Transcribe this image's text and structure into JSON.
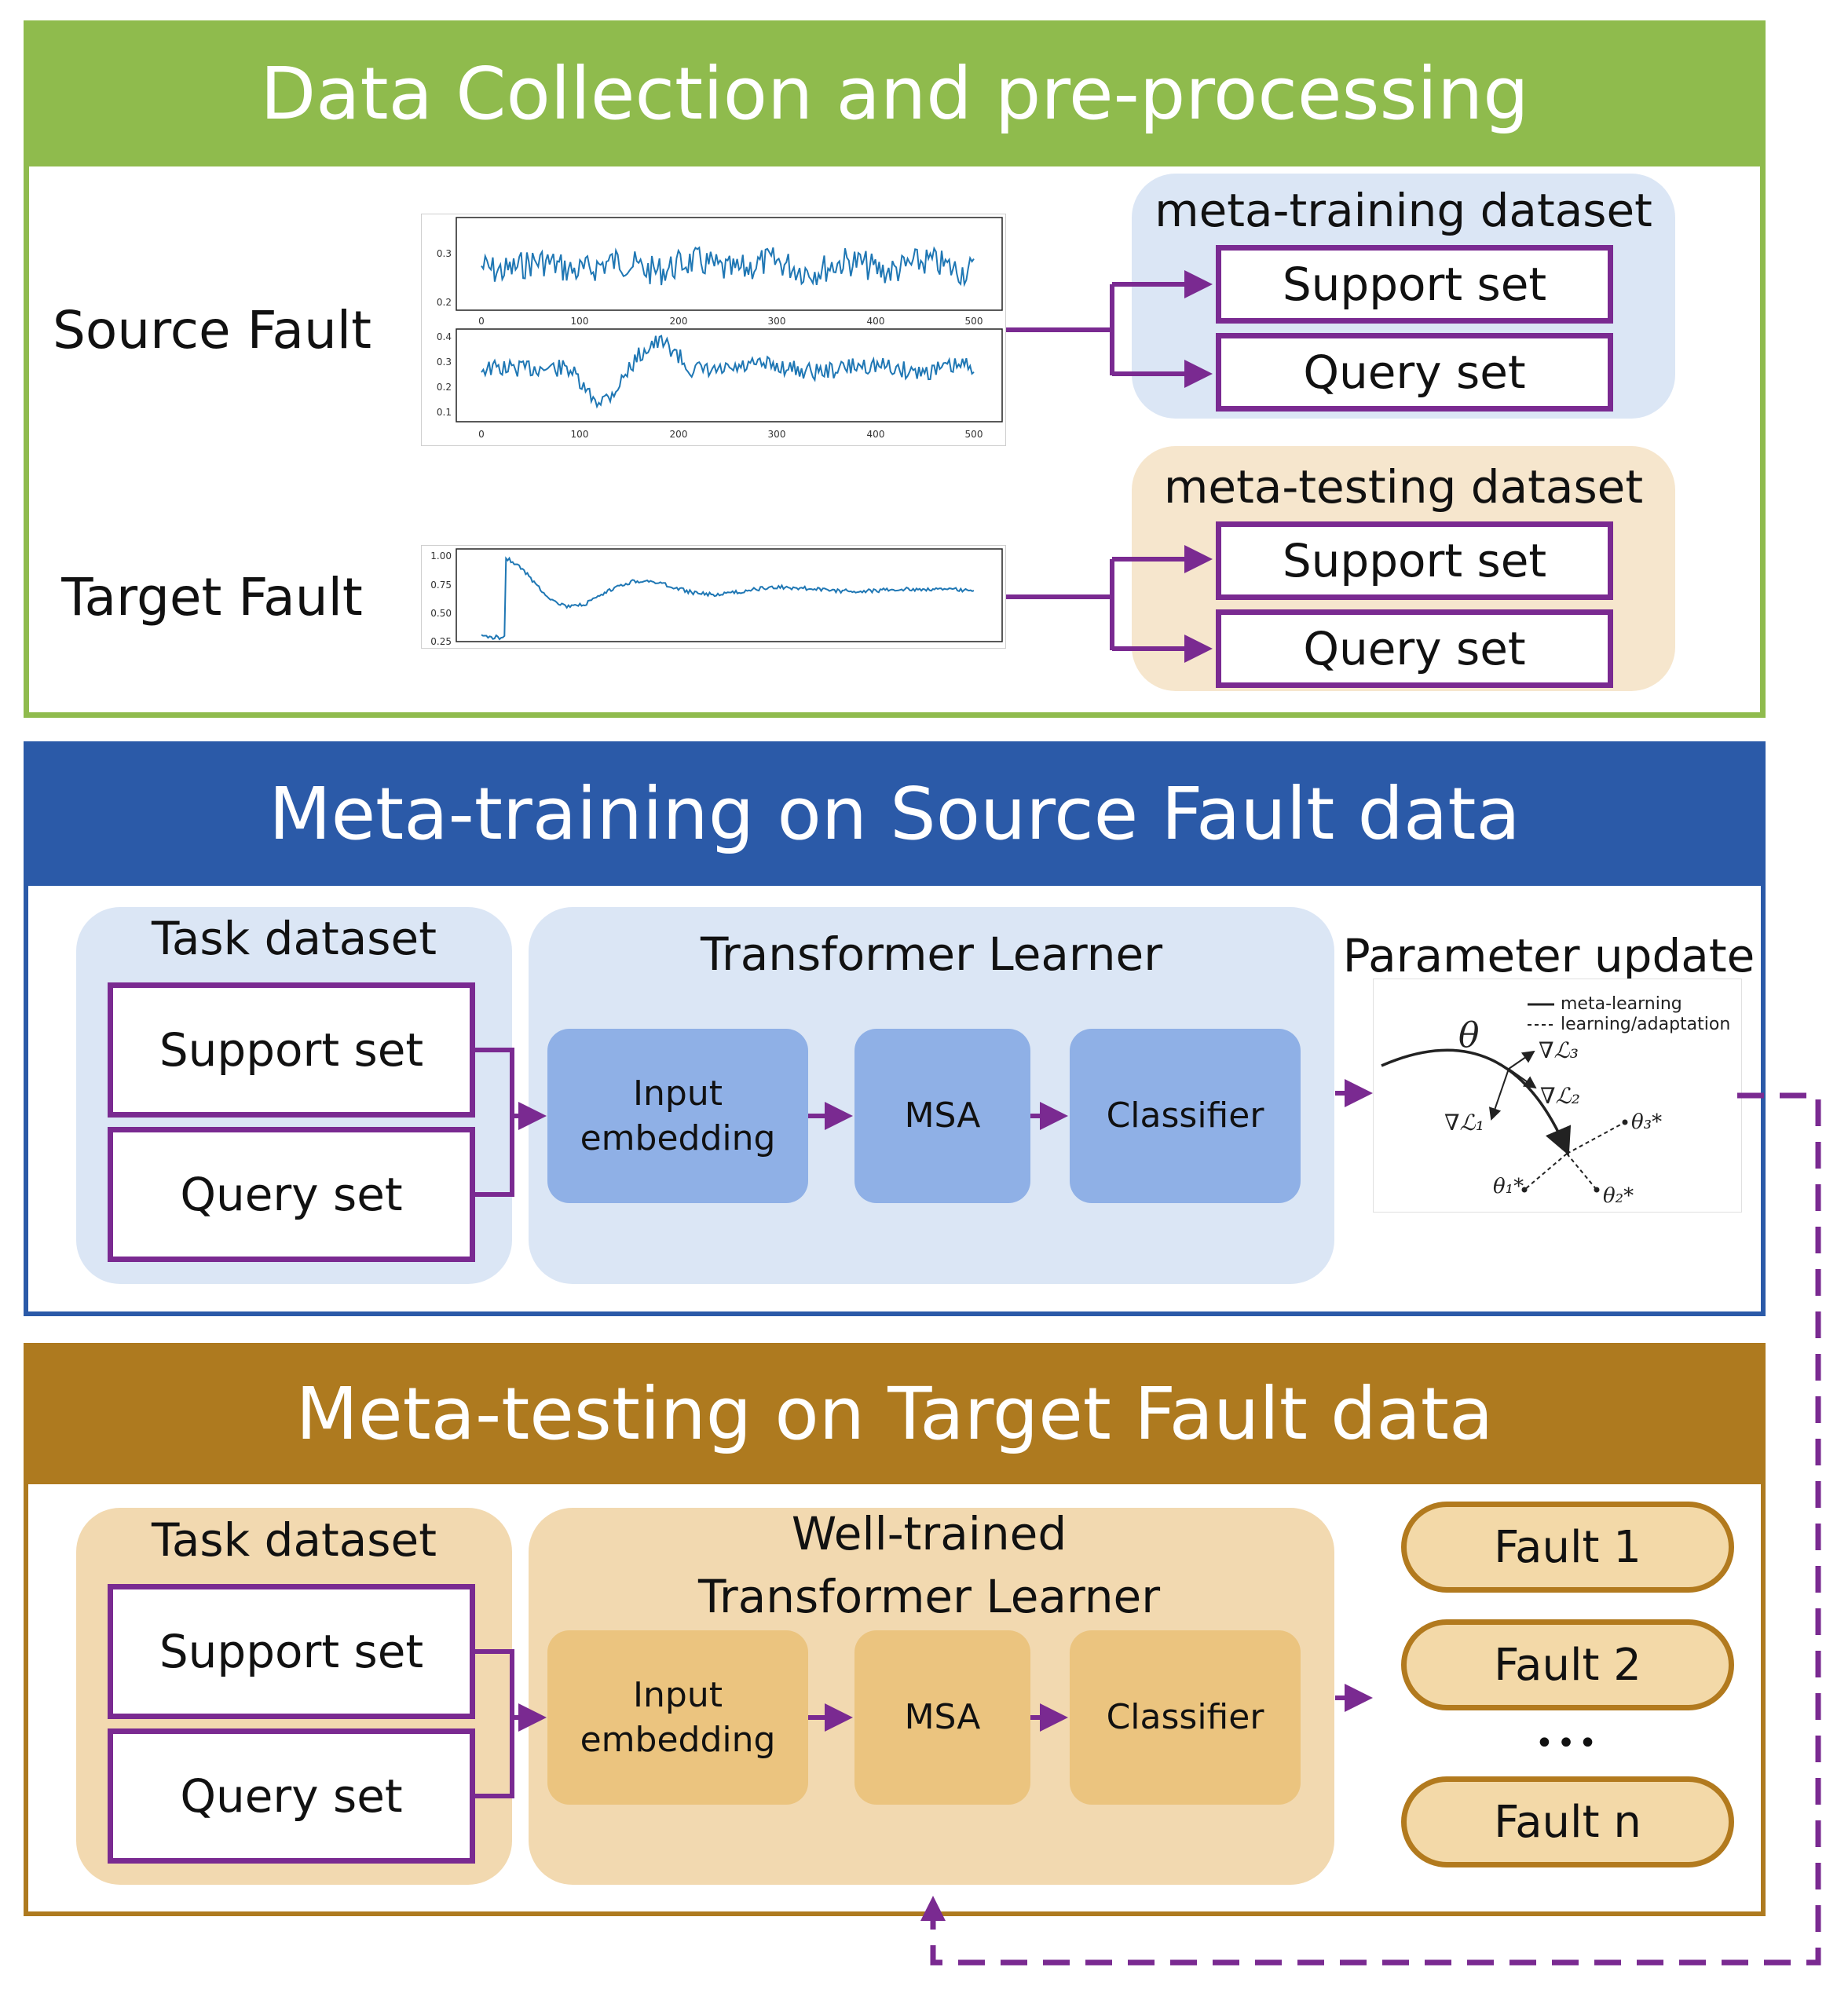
{
  "colors": {
    "green": "#8fbb4d",
    "blue": "#2b5aa8",
    "brown": "#ae7a1f",
    "purple": "#7a2a91",
    "light_blue_panel": "#dbe6f5",
    "light_orange_panel": "#f6e6cd",
    "blue_block": "#8fb0e6",
    "orange_block": "#ebc47f",
    "signal_line": "#1f77b4"
  },
  "section1": {
    "title": "Data Collection and pre-processing",
    "source_label": "Source Fault",
    "target_label": "Target Fault",
    "meta_training": {
      "title": "meta-training dataset",
      "support": "Support set",
      "query": "Query set"
    },
    "meta_testing": {
      "title": "meta-testing dataset",
      "support": "Support set",
      "query": "Query set"
    },
    "plots": {
      "top": {
        "y_ticks": [
          "0.3",
          "0.2"
        ],
        "x_ticks": [
          "0",
          "100",
          "200",
          "300",
          "400",
          "500"
        ]
      },
      "middle": {
        "y_ticks": [
          "0.4",
          "0.3",
          "0.2",
          "0.1"
        ],
        "x_ticks": [
          "0",
          "100",
          "200",
          "300",
          "400",
          "500"
        ]
      },
      "target": {
        "y_ticks": [
          "1.00",
          "0.75",
          "0.50",
          "0.25"
        ]
      }
    }
  },
  "section2": {
    "title": "Meta-training on Source Fault data",
    "task_title": "Task dataset",
    "support": "Support set",
    "query": "Query set",
    "learner_title": "Transformer Learner",
    "blocks": {
      "embed_line1": "Input",
      "embed_line2": "embedding",
      "msa": "MSA",
      "classifier": "Classifier"
    },
    "param_title": "Parameter update",
    "param_figure": {
      "legend_solid": "meta-learning",
      "legend_dashed": "learning/adaptation",
      "theta": "θ",
      "grad1": "∇ℒ₁",
      "grad2": "∇ℒ₂",
      "grad3": "∇ℒ₃",
      "theta1": "θ₁*",
      "theta2": "θ₂*",
      "theta3": "θ₃*"
    }
  },
  "section3": {
    "title": "Meta-testing on Target Fault data",
    "task_title": "Task dataset",
    "support": "Support set",
    "query": "Query set",
    "learner_title_line1": "Well-trained",
    "learner_title_line2": "Transformer Learner",
    "blocks": {
      "embed_line1": "Input",
      "embed_line2": "embedding",
      "msa": "MSA",
      "classifier": "Classifier"
    },
    "faults": [
      "Fault 1",
      "Fault 2",
      "Fault n"
    ],
    "ellipsis": "•••"
  }
}
